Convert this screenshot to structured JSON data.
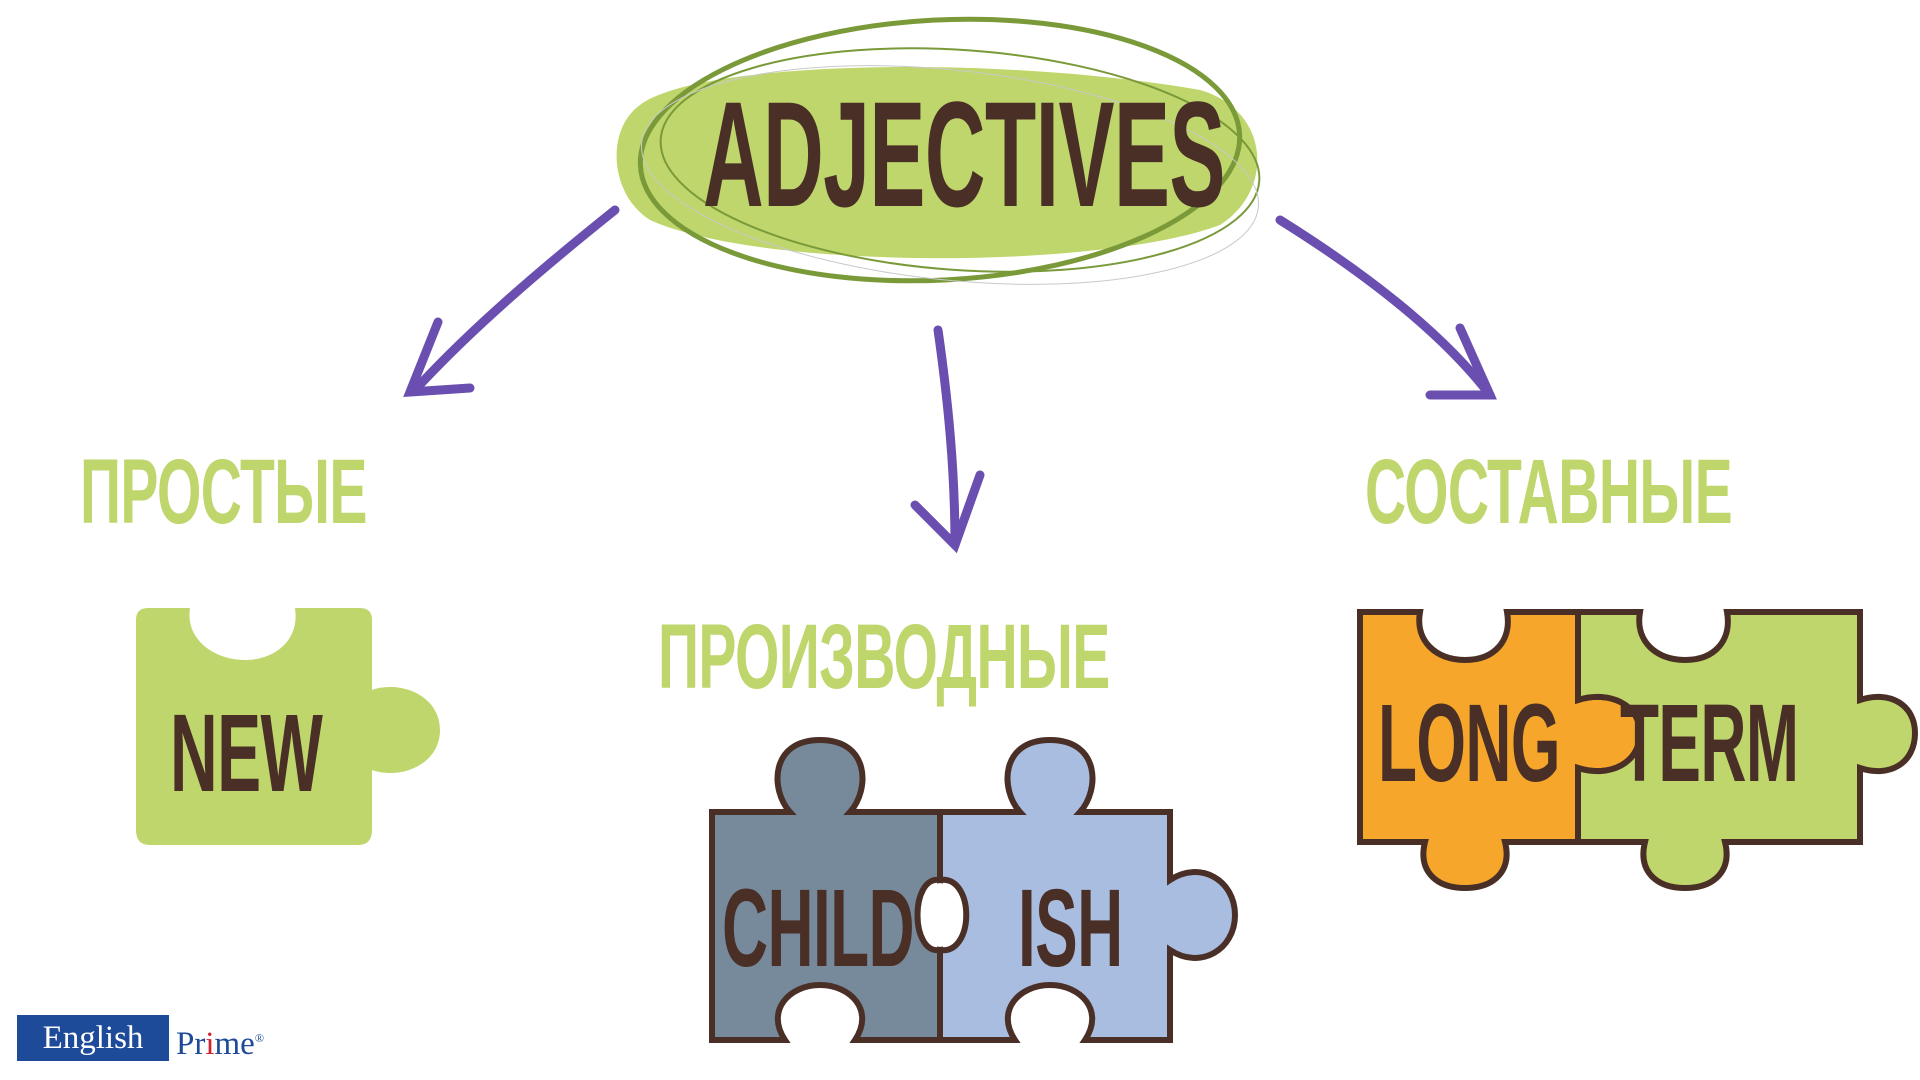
{
  "title": "ADJECTIVES",
  "categories": [
    {
      "label": "ПРОСТЫЕ",
      "example": {
        "pieces": [
          "NEW"
        ]
      }
    },
    {
      "label": "ПРОИЗВОДНЫЕ",
      "example": {
        "pieces": [
          "CHILD",
          "ISH"
        ]
      }
    },
    {
      "label": "СОСТАВНЫЕ",
      "example": {
        "pieces": [
          "LONG",
          "TERM"
        ]
      }
    }
  ],
  "logo": {
    "left": "English",
    "right_pre": "Pr",
    "right_i": "i",
    "right_post": "me",
    "mark": "®"
  },
  "colors": {
    "green": "#BED66B",
    "dark_green": "#7A9A3A",
    "brown": "#4A2F27",
    "orange": "#F6A72B",
    "slate": "#778A9B",
    "light_blue": "#A9BDE0",
    "purple": "#6A4FB0",
    "logo_blue": "#1E4A9A"
  }
}
